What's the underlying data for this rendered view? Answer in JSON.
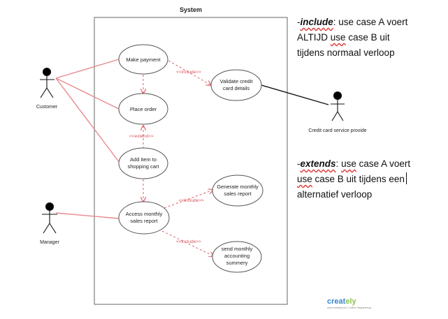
{
  "system": {
    "title": "System"
  },
  "actors": {
    "customer": "Customer",
    "manager": "Manager",
    "credit_service": "Credit card service provide"
  },
  "use_cases": {
    "make_payment": "Make payment",
    "place_order": "Place order",
    "add_item": [
      "Add item to",
      "shopping cart"
    ],
    "access_report": [
      "Access monthly",
      "sales report"
    ],
    "validate_card": [
      "Validate credit",
      "card details"
    ],
    "generate_report": [
      "Generate monthly",
      "sales report"
    ],
    "send_accounting": [
      "send monthly",
      "accounting",
      "summery"
    ]
  },
  "relations": {
    "include_validate": "<<include>>",
    "extend_add": "<<extend>>",
    "include_generate": "<<include>>",
    "include_send": "<<include>>"
  },
  "notes": {
    "include": {
      "dash": "-",
      "keyword": "include",
      "colon": ":",
      "line1_rest": " use case A voert",
      "line2_caps": "ALTIJD",
      "line2_sq": "use",
      "line2_rest": " case B uit",
      "line3": "tijdens normaal verloop"
    },
    "extends": {
      "dash": "-",
      "keyword": "extends",
      "colon": ":",
      "line1_sq": "use",
      "line1_rest": " case A voert",
      "line2_sq": "use",
      "line2_rest": " case B uit tijdens een",
      "line3": "alternatief verloop"
    }
  },
  "watermark": {
    "brand": "creat",
    "brand_tail": "ely",
    "tagline": "www.creately.com • Online Diagramming"
  },
  "colors": {
    "association": "#e88a8f",
    "dependency": "#e06a72",
    "outline": "#555555",
    "black": "#000000"
  }
}
